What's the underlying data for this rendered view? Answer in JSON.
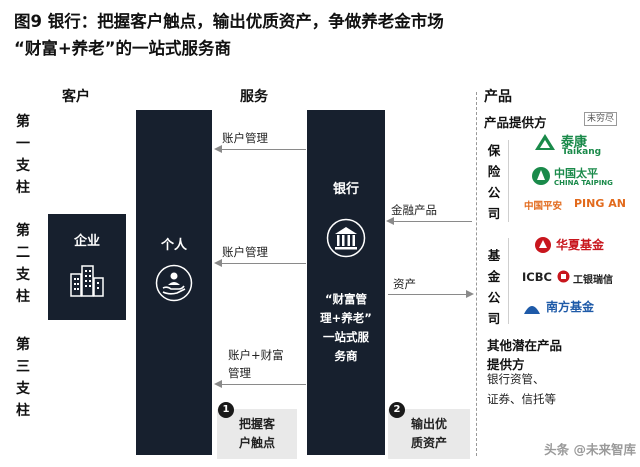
{
  "title": {
    "line1": "图9 银行：把握客户触点，输出优质资产，争做养老金市场",
    "line2": "“财富+养老”的一站式服务商"
  },
  "headers": {
    "customer": "客户",
    "service": "服务",
    "product": "产品"
  },
  "pillars": [
    [
      "第",
      "一",
      "支",
      "柱"
    ],
    [
      "第",
      "二",
      "支",
      "柱"
    ],
    [
      "第",
      "三",
      "支",
      "柱"
    ]
  ],
  "boxes": {
    "enterprise": "企业",
    "individual": "个人",
    "bank": "银行",
    "bank_desc": [
      "“财富管",
      "理+养老”",
      "一站式服",
      "务商"
    ]
  },
  "arrows": {
    "account_mgmt_1": "账户管理",
    "account_mgmt_2": "账户管理",
    "account_wealth_1": "账户+财富",
    "account_wealth_2": "管理",
    "financial_products": "金融产品",
    "assets": "资产"
  },
  "steps": {
    "step1_num": "1",
    "step1_text": [
      "把握客",
      "户触点"
    ],
    "step2_num": "2",
    "step2_text": [
      "输出优",
      "质资产"
    ]
  },
  "right": {
    "provider_title": "产品提供方",
    "insurance": [
      "保",
      "险",
      "公",
      "司"
    ],
    "fund": [
      "基",
      "金",
      "公",
      "司"
    ],
    "other_title": [
      "其他潜在产品",
      "提供方"
    ],
    "other_desc": [
      "银行资管、",
      "证券、信托等"
    ],
    "stamp": "未穷尽",
    "logos": {
      "taikang_cn": "泰康",
      "taikang_en": "Taikang",
      "taiping_cn": "中国太平",
      "taiping_en": "CHINA TAIPING",
      "pingan_cn": "中国平安",
      "pingan_en": "PING AN",
      "huaxia": "华夏基金",
      "icbc": "ICBC",
      "icbc_cn": "工银瑞信",
      "nanfang": "南方基金"
    }
  },
  "footer": {
    "source": "头条 @未来智库"
  },
  "colors": {
    "dark_box": "#17202e",
    "step_bg": "#e9e9e9",
    "red": "#c8161d",
    "green": "#1a8a4a",
    "blue": "#1e5aa8"
  }
}
